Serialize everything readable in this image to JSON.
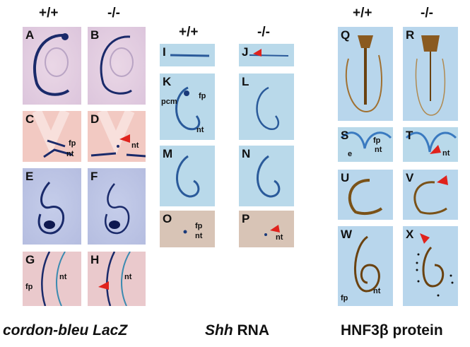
{
  "genotype_headers": {
    "wildtype": "+/+",
    "mutant": "-/-"
  },
  "panels": {
    "A": "A",
    "B": "B",
    "C": "C",
    "D": "D",
    "E": "E",
    "F": "F",
    "G": "G",
    "H": "H",
    "I": "I",
    "J": "J",
    "K": "K",
    "L": "L",
    "M": "M",
    "N": "N",
    "O": "O",
    "P": "P",
    "Q": "Q",
    "R": "R",
    "S": "S",
    "T": "T",
    "U": "U",
    "V": "V",
    "W": "W",
    "X": "X"
  },
  "annotations": {
    "fp": "fp",
    "nt": "nt",
    "pcm": "pcm",
    "e": "e"
  },
  "captions": {
    "left_italic": "cordon-bleu LacZ",
    "middle_italic": "Shh",
    "middle_rest": " RNA",
    "right": "HNF3β protein"
  },
  "colors": {
    "arrowhead": "#e0221c",
    "lacz_stain": "#1a2a6a",
    "shh_stain": "#2a5a9a",
    "hnf_stain": "#6a4210"
  }
}
